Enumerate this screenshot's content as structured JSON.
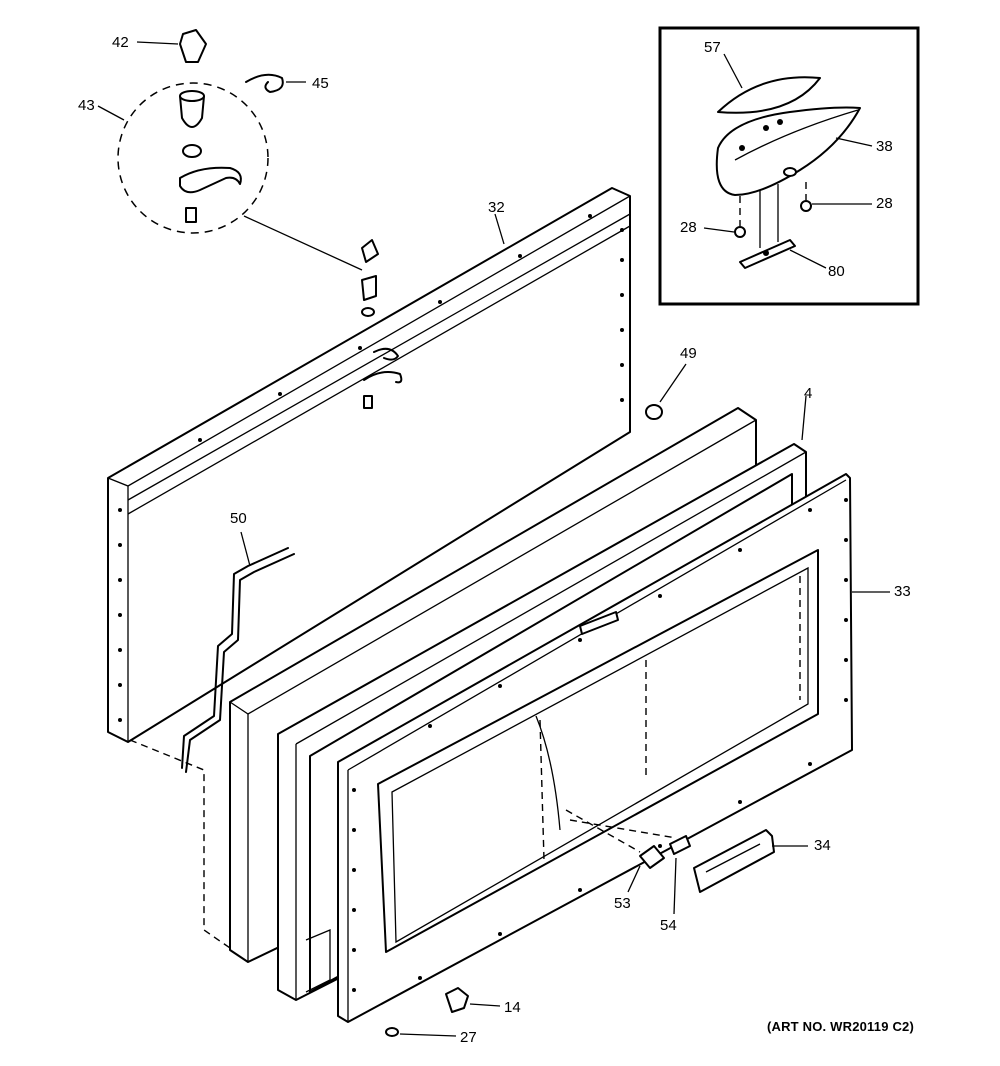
{
  "art_number": "(ART NO. WR20119 C2)",
  "callouts": {
    "c42": "42",
    "c45": "45",
    "c43": "43",
    "c32": "32",
    "c57": "57",
    "c38": "38",
    "c28a": "28",
    "c28b": "28",
    "c80": "80",
    "c49": "49",
    "c4": "4",
    "c50": "50",
    "c33": "33",
    "c34": "34",
    "c53": "53",
    "c54": "54",
    "c14": "14",
    "c27": "27"
  }
}
